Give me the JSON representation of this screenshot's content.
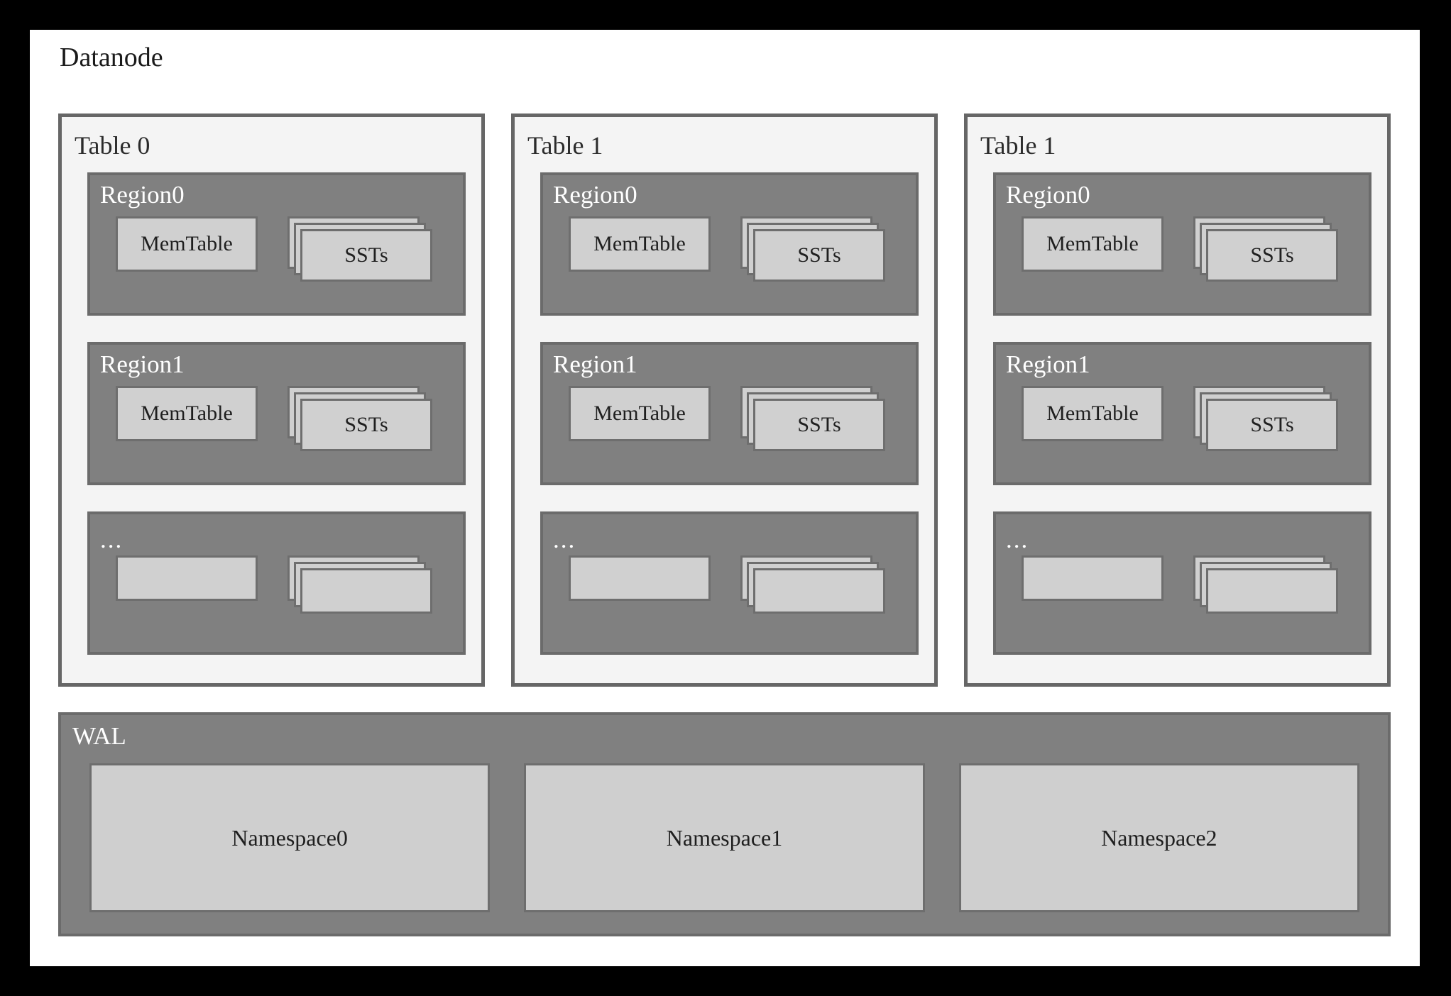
{
  "diagram": {
    "title": "Datanode",
    "type": "architecture-block-diagram",
    "colors": {
      "page_border": "#000000",
      "canvas": "#ffffff",
      "panel_fill": "#f4f4f4",
      "panel_border": "#666666",
      "region_fill": "#808080",
      "region_border": "#6b6b6b",
      "box_fill": "#d0d0d0",
      "box_border": "#6e6e6e",
      "dark_text": "#1f1f1f",
      "light_text": "#ffffff"
    }
  },
  "tables": [
    {
      "title": "Table 0",
      "regions": [
        {
          "title": "Region0",
          "memtable": "MemTable",
          "ssts": "SSTs",
          "blank": false
        },
        {
          "title": "Region1",
          "memtable": "MemTable",
          "ssts": "SSTs",
          "blank": false
        },
        {
          "title": "...",
          "memtable": "",
          "ssts": "",
          "blank": true
        }
      ]
    },
    {
      "title": "Table 1",
      "regions": [
        {
          "title": "Region0",
          "memtable": "MemTable",
          "ssts": "SSTs",
          "blank": false
        },
        {
          "title": "Region1",
          "memtable": "MemTable",
          "ssts": "SSTs",
          "blank": false
        },
        {
          "title": "...",
          "memtable": "",
          "ssts": "",
          "blank": true
        }
      ]
    },
    {
      "title": "Table 1",
      "regions": [
        {
          "title": "Region0",
          "memtable": "MemTable",
          "ssts": "SSTs",
          "blank": false
        },
        {
          "title": "Region1",
          "memtable": "MemTable",
          "ssts": "SSTs",
          "blank": false
        },
        {
          "title": "...",
          "memtable": "",
          "ssts": "",
          "blank": true
        }
      ]
    }
  ],
  "wal": {
    "title": "WAL",
    "namespaces": [
      {
        "label": "Namespace0"
      },
      {
        "label": "Namespace1"
      },
      {
        "label": "Namespace2"
      }
    ]
  }
}
